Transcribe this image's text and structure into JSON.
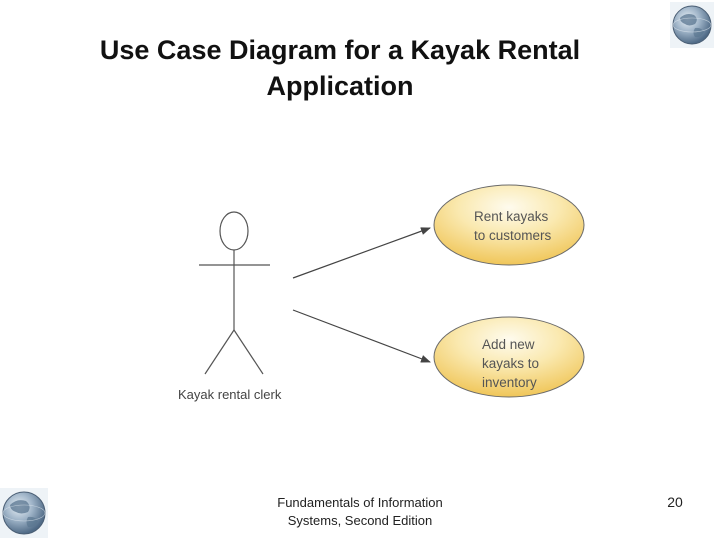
{
  "slide": {
    "title_line1": "Use Case Diagram for a Kayak Rental",
    "title_line2": "Application",
    "footer_line1": "Fundamentals of Information",
    "footer_line2": "Systems, Second Edition",
    "page_number": "20"
  },
  "diagram": {
    "actor": {
      "label": "Kayak rental clerk"
    },
    "use_cases": [
      {
        "lines": [
          "Rent kayaks",
          "to customers"
        ]
      },
      {
        "lines": [
          "Add new",
          "kayaks to",
          "inventory"
        ]
      }
    ],
    "colors": {
      "use_case_fill_light": "#fdf6dc",
      "use_case_fill_dark": "#f0c85a",
      "use_case_stroke": "#555555",
      "line": "#444444"
    }
  },
  "decorations": {
    "top_right": "globe-icon",
    "bottom_left": "globe-icon"
  }
}
